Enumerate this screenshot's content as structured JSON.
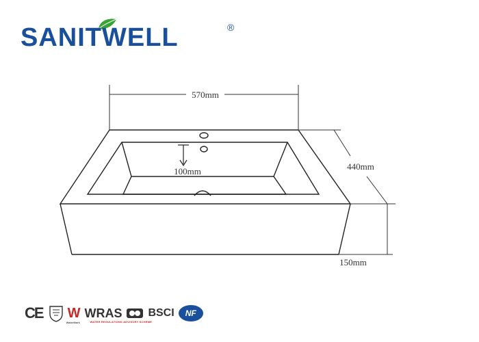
{
  "brand": {
    "name": "SANITWELL",
    "registered": "®",
    "colors": {
      "primary": "#1a4f9c",
      "leaf": "#3aa335"
    }
  },
  "dimensions": {
    "width": "570mm",
    "depth": "440mm",
    "basin_depth": "100mm",
    "height": "150mm"
  },
  "certifications": {
    "ce": "CE",
    "w": "W",
    "wras": "WRAS",
    "wras_sub": "WATER REGULATIONS ADVISORY SCHEME",
    "watermark_sub": "WaterMark",
    "bsci": "BSCI",
    "nf": "NF"
  }
}
